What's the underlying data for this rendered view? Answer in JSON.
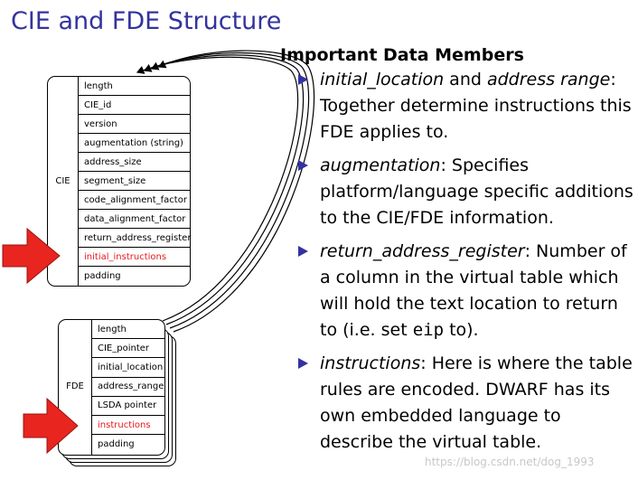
{
  "title": "CIE and FDE Structure",
  "heading": "Important Data Members",
  "cie": {
    "label": "CIE",
    "fields": [
      {
        "text": "length"
      },
      {
        "text": "CIE_id"
      },
      {
        "text": "version"
      },
      {
        "text": "augmentation (string)"
      },
      {
        "text": "address_size"
      },
      {
        "text": "segment_size"
      },
      {
        "text": "code_alignment_factor"
      },
      {
        "text": "data_alignment_factor"
      },
      {
        "text": "return_address_register"
      },
      {
        "text": "initial_instructions",
        "highlight": true
      },
      {
        "text": "padding"
      }
    ]
  },
  "fde": {
    "label": "FDE",
    "fields": [
      {
        "text": "length"
      },
      {
        "text": "CIE_pointer"
      },
      {
        "text": "initial_location"
      },
      {
        "text": "address_range"
      },
      {
        "text": "LSDA pointer"
      },
      {
        "text": "instructions",
        "highlight": true
      },
      {
        "text": "padding"
      }
    ]
  },
  "bullets": [
    {
      "parts": [
        {
          "t": "initial_location",
          "em": true
        },
        {
          "t": " and "
        },
        {
          "t": "address range",
          "em": true
        },
        {
          "t": ": Together determine instructions this FDE applies to."
        }
      ]
    },
    {
      "parts": [
        {
          "t": "augmentation",
          "em": true
        },
        {
          "t": ": Specifies platform/language specific additions to the CIE/FDE information."
        }
      ]
    },
    {
      "parts": [
        {
          "t": "return_address_register",
          "em": true
        },
        {
          "t": ": Number of a column in the virtual table which will hold the text location to return to (i.e. set "
        },
        {
          "t": "eip",
          "mono": true
        },
        {
          "t": " to)."
        }
      ]
    },
    {
      "parts": [
        {
          "t": "instructions",
          "em": true
        },
        {
          "t": ": Here is where the table rules are encoded. DWARF has its own embedded language to describe the virtual table."
        }
      ]
    }
  ],
  "watermark": "https://blog.csdn.net/dog_1993",
  "colors": {
    "accent": "#33339f",
    "highlight": "#e8171c",
    "arrow": "#e8251f"
  }
}
